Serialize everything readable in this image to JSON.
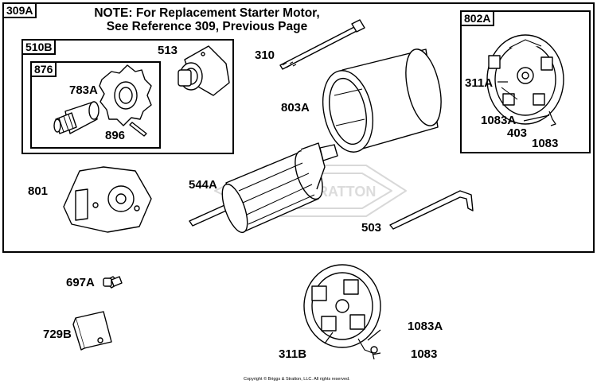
{
  "diagram": {
    "note_line1": "NOTE: For Replacement Starter Motor,",
    "note_line2": "See Reference 309, Previous Page",
    "copyright": "Copyright © Briggs & Stratton, LLC. All rights reserved.",
    "watermark": "STRATTON",
    "groups": {
      "g309A": "309A",
      "g510B": "510B",
      "g876": "876",
      "g802A": "802A"
    },
    "labels": {
      "p513": "513",
      "p783A": "783A",
      "p896": "896",
      "p310": "310",
      "p803A": "803A",
      "p311A": "311A",
      "p1083A_top": "1083A",
      "p403": "403",
      "p1083_top": "1083",
      "p801": "801",
      "p544A": "544A",
      "p503": "503",
      "p697A": "697A",
      "p729B": "729B",
      "p311B": "311B",
      "p1083A_bottom": "1083A",
      "p1083_bottom": "1083"
    }
  }
}
